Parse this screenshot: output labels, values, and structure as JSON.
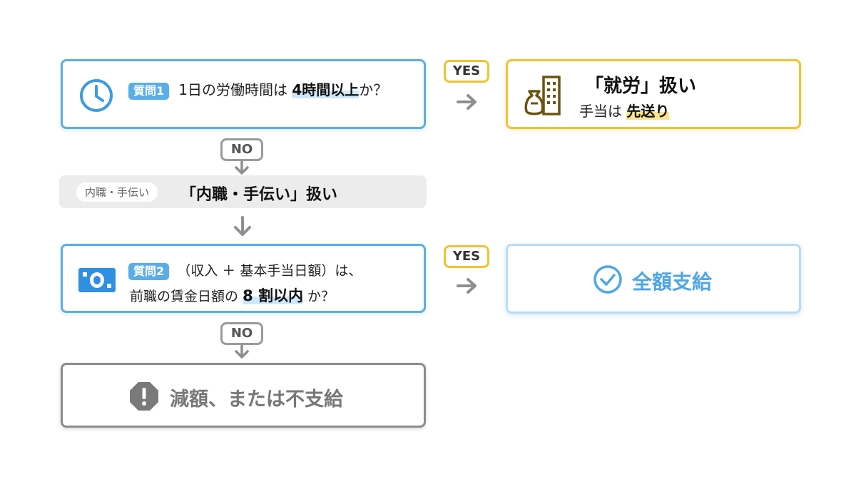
{
  "q1": {
    "tag": "質問1",
    "text_before": "1日の労働時間は",
    "highlight": "4時間以上",
    "text_after": "か？"
  },
  "q1_yes_label": "YES",
  "result_work": {
    "title": "「就労」扱い",
    "sub_before": "手当は",
    "sub_highlight": "先送り"
  },
  "q1_no_label": "NO",
  "side_job": {
    "tag": "内職・手伝い",
    "title": "「内職・手伝い」扱い"
  },
  "q2": {
    "tag": "質問2",
    "line1": "（収入 ＋ 基本手当日額）は、",
    "line2_before": "前職の賃金日額の",
    "highlight": "8 割以内",
    "line2_after": "か？"
  },
  "q2_yes_label": "YES",
  "result_full": {
    "title": "全額支給"
  },
  "q2_no_label": "NO",
  "result_reduce": {
    "title": "減額、または不支給"
  },
  "colors": {
    "blue": "#5aaee8",
    "yellow": "#f2c230",
    "gray": "#8c8c8c",
    "icon_dark_gold": "#6b5310"
  },
  "icons": {
    "q1": "clock-icon",
    "work": "money-bag-building-icon",
    "q2": "banknote-icon",
    "full": "check-circle-icon",
    "reduce": "warning-octagon-icon",
    "arrows": "arrow-right-icon / arrow-down-icon"
  }
}
